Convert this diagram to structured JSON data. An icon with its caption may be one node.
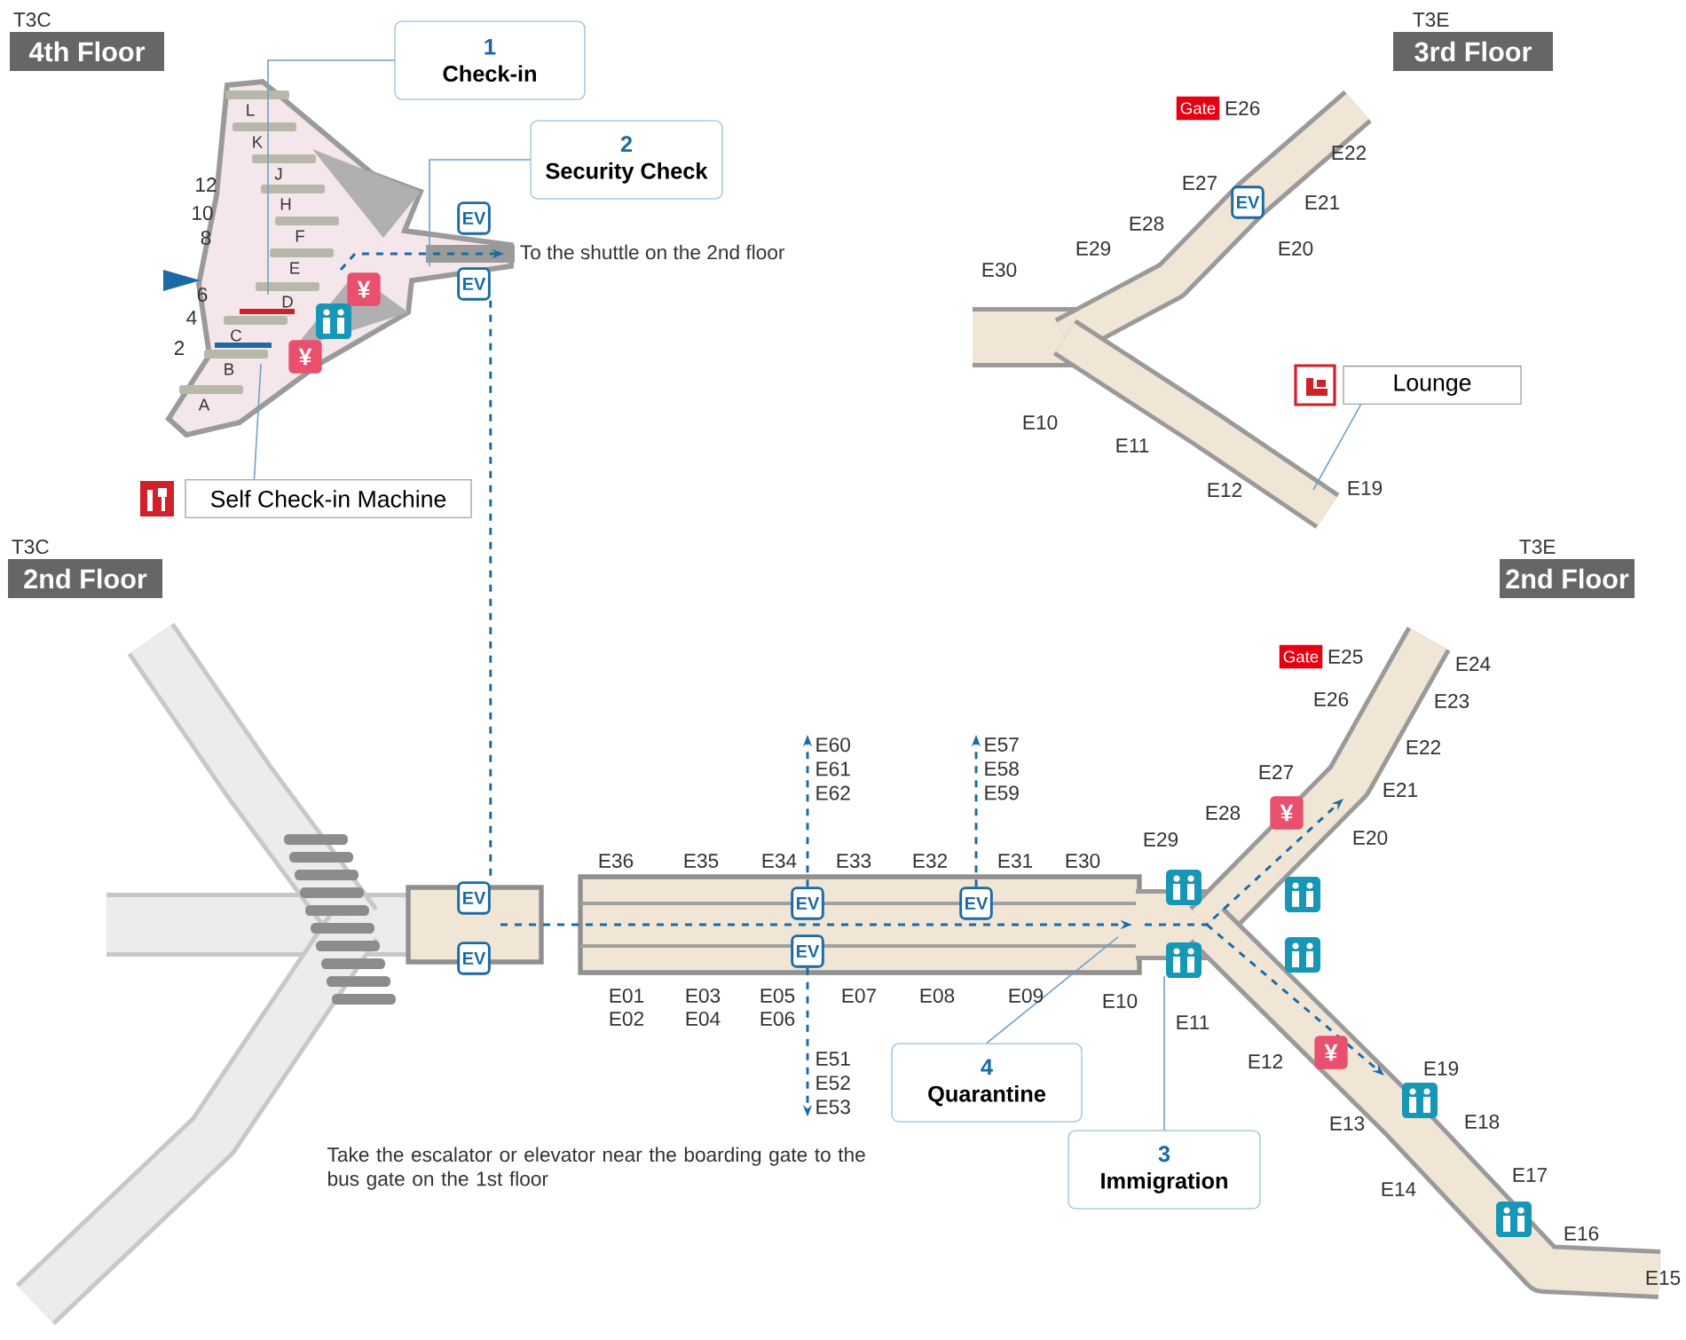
{
  "diagram": {
    "nodes": [
      {
        "text": [
          "T3C",
          "4th Floor"
        ]
      },
      {
        "text": [
          "T3E",
          "3rd Floor"
        ]
      },
      {
        "text": [
          "T3C",
          "2nd Floor"
        ]
      },
      {
        "text": [
          "T3E",
          "2nd Floor"
        ]
      },
      {
        "text": [
          "1",
          "Check-in"
        ]
      },
      {
        "text": [
          "2",
          "Security Check"
        ]
      },
      {
        "text": [
          "EV"
        ]
      },
      {
        "text": [
          "EV"
        ]
      },
      {
        "text": [
          "Self Check-in Machine"
        ]
      },
      {
        "text": [
          "Gate"
        ],
        "beside": [
          "E26"
        ]
      },
      {
        "text": [
          "EV"
        ]
      },
      {
        "text": [
          "Lounge"
        ]
      },
      {
        "text": [
          "EV"
        ]
      },
      {
        "text": [
          "EV"
        ]
      },
      {
        "text": [
          "EV"
        ]
      },
      {
        "text": [
          "EV"
        ]
      },
      {
        "text": [
          "EV"
        ]
      },
      {
        "text": [
          "Gate"
        ],
        "beside": [
          "E25"
        ]
      },
      {
        "text": [
          "4",
          "Quarantine"
        ]
      },
      {
        "text": [
          "3",
          "Immigration"
        ]
      },
      {
        "text": [
          "E60 E61 E62"
        ]
      },
      {
        "text": [
          "E57 E58 E59"
        ]
      },
      {
        "text": [
          "E51 E52 E53"
        ]
      }
    ],
    "edges": [
      {
        "from": 4,
        "to": null,
        "arrow": "none"
      },
      {
        "from": 5,
        "to": null,
        "arrow": "none"
      },
      {
        "from": 8,
        "to": null,
        "arrow": "none"
      },
      {
        "from": 11,
        "to": null,
        "arrow": "none"
      },
      {
        "from": 7,
        "to": 12,
        "arrow": "none",
        "style": "dashed",
        "color": "#1a6aa5"
      },
      {
        "from": 14,
        "to": 20,
        "arrow": "to",
        "style": "dashed",
        "color": "#1a6aa5"
      },
      {
        "from": 15,
        "to": 22,
        "arrow": "to",
        "style": "dashed",
        "color": "#1a6aa5"
      },
      {
        "from": 16,
        "to": 21,
        "arrow": "to",
        "style": "dashed",
        "color": "#1a6aa5"
      },
      {
        "from": 18,
        "to": null,
        "arrow": "none"
      },
      {
        "from": 19,
        "to": null,
        "arrow": "none"
      }
    ],
    "labels": [
      "L",
      "K",
      "J",
      "H",
      "F",
      "E",
      "D",
      "C",
      "B",
      "A",
      "12",
      "10",
      "8",
      "6",
      "4",
      "2",
      "¥",
      "¥",
      "To the shuttle on the 2nd floor",
      "E27",
      "E28",
      "E29",
      "E30",
      "E22",
      "E21",
      "E20",
      "E10",
      "E11",
      "E12",
      "E19",
      "E36",
      "E35",
      "E34",
      "E33",
      "E32",
      "E31",
      "E30",
      "E01",
      "E02",
      "E03",
      "E04",
      "E05",
      "E06",
      "E07",
      "E08",
      "E09",
      "E10",
      "Take the escalator or elevator near the boarding gate to the bus gate on the 1st floor",
      "E24",
      "E26",
      "E23",
      "E22",
      "E27",
      "E21",
      "E28",
      "E20",
      "¥",
      "E29",
      "E11",
      "E12",
      "¥",
      "E19",
      "E13",
      "E18",
      "E14",
      "E17",
      "E16",
      "E15"
    ]
  }
}
